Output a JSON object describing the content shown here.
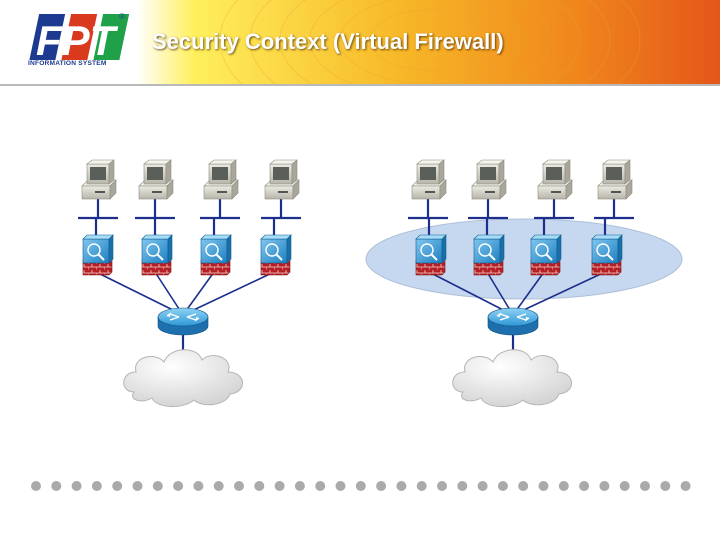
{
  "slide": {
    "title": "Security Context (Virtual Firewall)",
    "logo": {
      "text": "FPT",
      "subtitle": "INFORMATION SYSTEM",
      "registered": "®"
    }
  },
  "diagram": {
    "groups": [
      {
        "id": "left",
        "pc_count": 4,
        "firewall_count": 4,
        "router": true,
        "cloud": true,
        "highlighted": false
      },
      {
        "id": "right",
        "pc_count": 4,
        "firewall_count": 4,
        "router": true,
        "cloud": true,
        "highlighted": true
      }
    ],
    "footer_dot_count": 33
  },
  "colors": {
    "header_gradient": [
      "#ffe64a",
      "#f7a21f",
      "#e85a12"
    ],
    "logo_blue": "#1c3a8f",
    "link": "#1c2f8c",
    "device_blue": "#2b8fd0",
    "firewall_brick": "#b51f24",
    "highlight_ellipse": "#c6d8ef",
    "cloud": "#e6e6e6",
    "dots": "#aaaaaa"
  }
}
